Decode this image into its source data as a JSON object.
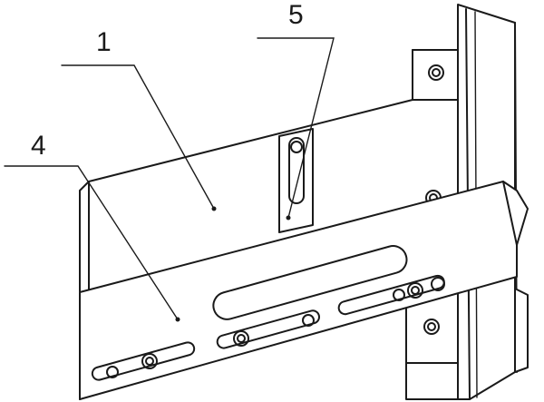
{
  "labels": {
    "part_1": "1",
    "part_4": "4",
    "part_5": "5"
  }
}
